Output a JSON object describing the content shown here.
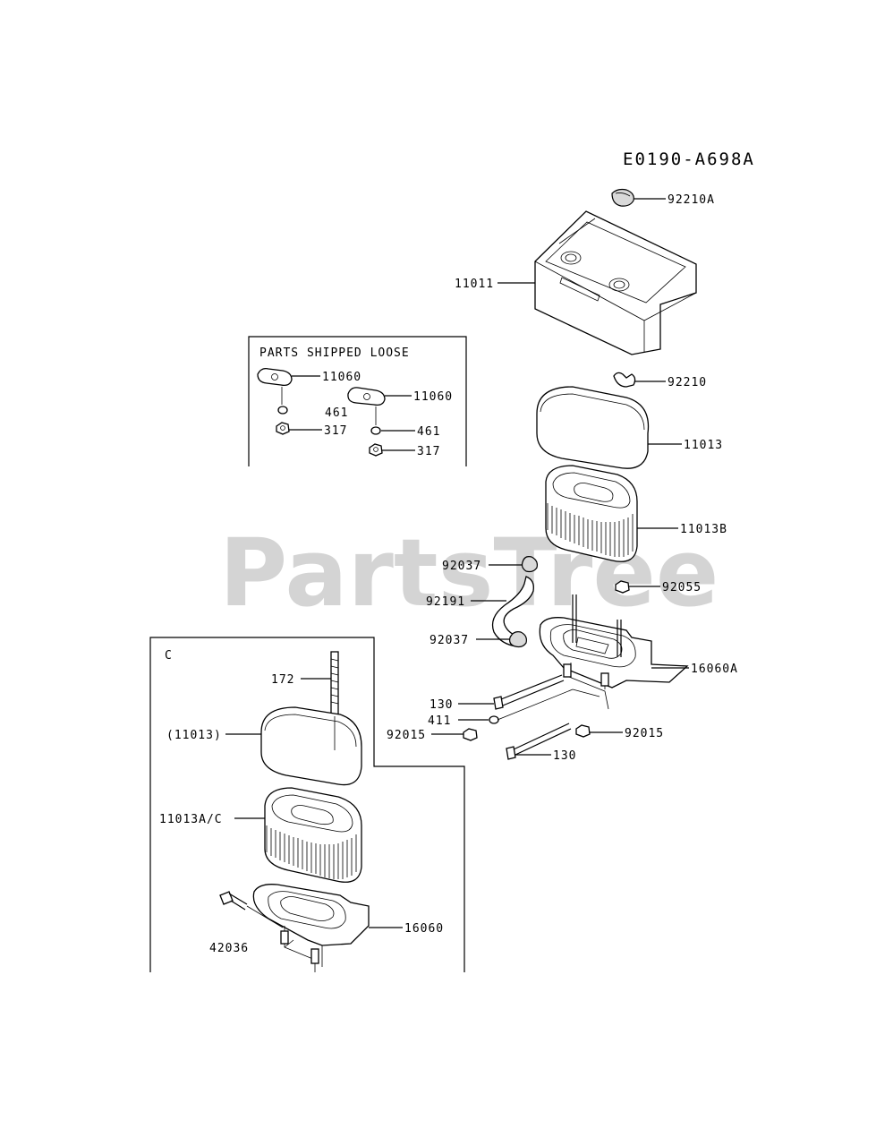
{
  "diagram_code": "E0190-A698A",
  "watermark": "PartsTree",
  "loose_box": {
    "title": "PARTS SHIPPED LOOSE",
    "labels": [
      "11060",
      "11060",
      "461",
      "461",
      "317",
      "317"
    ]
  },
  "inset_box": {
    "title": "C",
    "labels": [
      "172",
      "(11013)",
      "11013A/C",
      "16060",
      "42036"
    ]
  },
  "main_labels": [
    "92210A",
    "11011",
    "92210",
    "11013",
    "11013B",
    "92037",
    "92055",
    "92191",
    "92037",
    "16060A",
    "130",
    "411",
    "92015",
    "92015",
    "130"
  ]
}
